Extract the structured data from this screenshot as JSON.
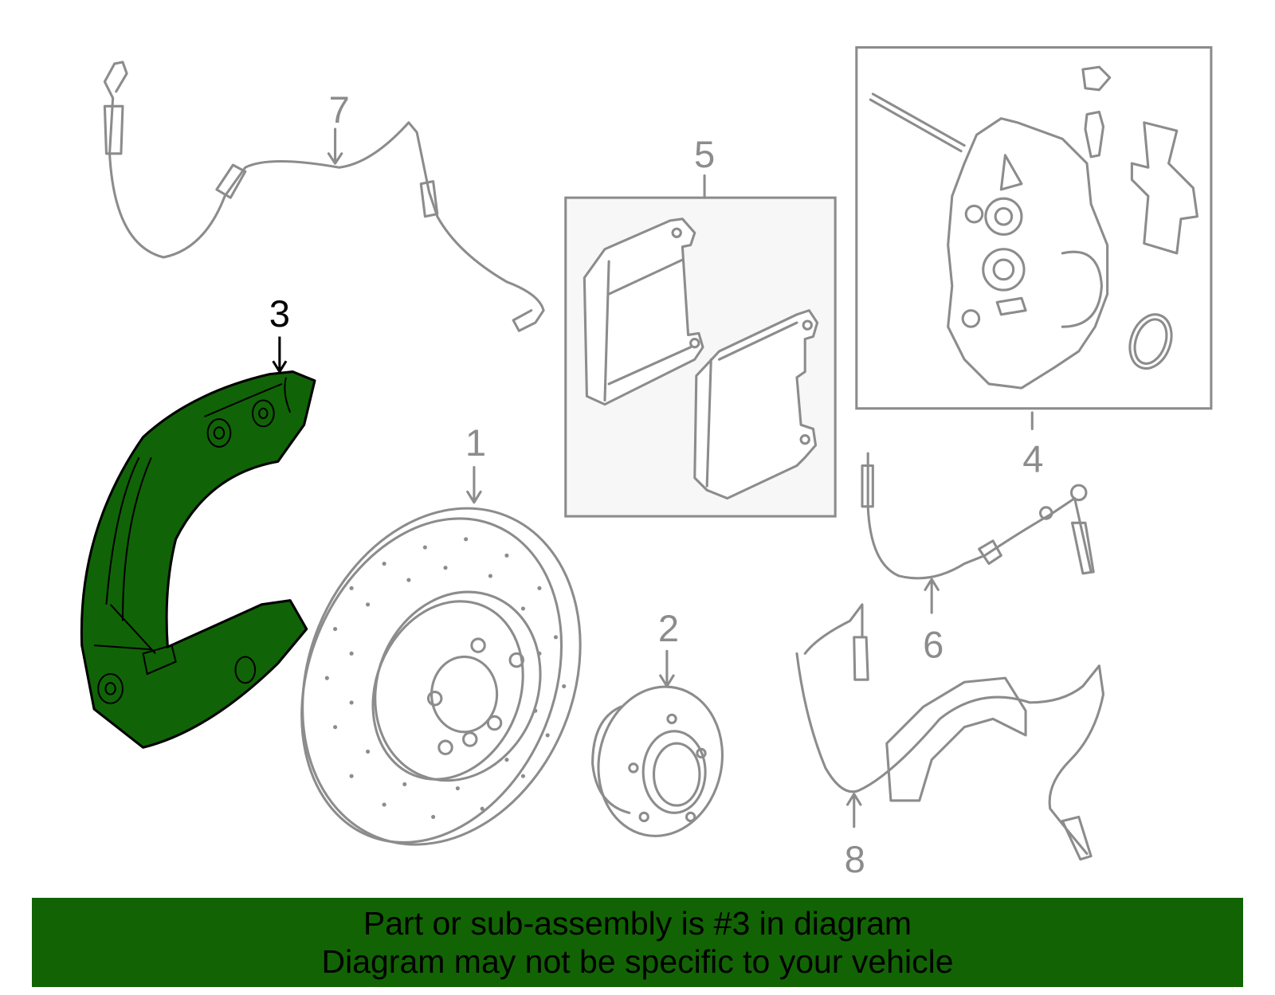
{
  "diagram": {
    "callouts": [
      "1",
      "2",
      "3",
      "4",
      "5",
      "6",
      "7",
      "8"
    ],
    "highlighted_callout": "3",
    "highlight_color": "#116307"
  },
  "banner": {
    "line1": "Part or sub-assembly is #3 in diagram",
    "line2": "Diagram may not be specific to your vehicle",
    "color": "#126304"
  }
}
